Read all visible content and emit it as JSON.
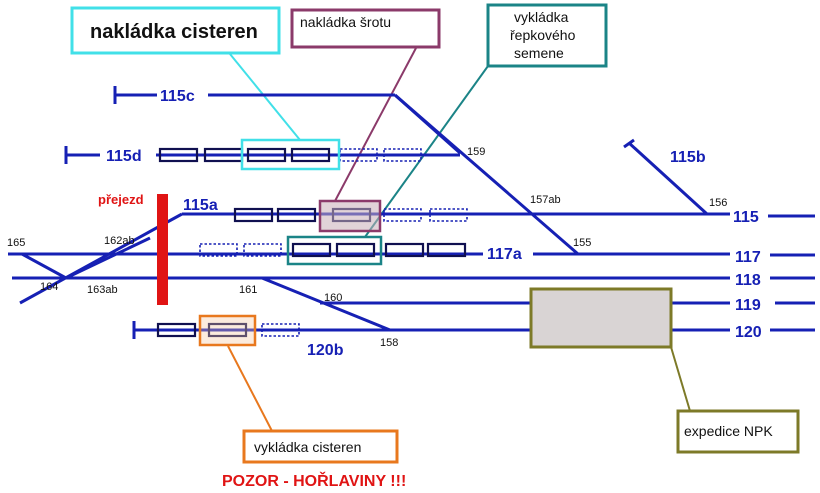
{
  "tracks": {
    "t115c": "115c",
    "t115d": "115d",
    "t115b": "115b",
    "t115a": "115a",
    "t115": "115",
    "t117a": "117a",
    "t117": "117",
    "t118": "118",
    "t119": "119",
    "t120": "120",
    "t120b": "120b"
  },
  "switches": {
    "s159": "159",
    "s157ab": "157ab",
    "s156": "156",
    "s155": "155",
    "s165": "165",
    "s162ab": "162ab",
    "s164": "164",
    "s163ab": "163ab",
    "s161": "161",
    "s160": "160",
    "s158": "158"
  },
  "labels": {
    "tank_loading": "nakládka cisteren",
    "scrap_loading": "nakládka šrotu",
    "rapeseed_line1": "vykládka",
    "rapeseed_line2": "řepkového",
    "rapeseed_line3": "semene",
    "crossing": "přejezd",
    "tank_unloading": "vykládka cisteren",
    "warning": "POZOR - HOŘLAVINY !!!",
    "npk_dispatch": "expedice NPK"
  },
  "colors": {
    "track": "#1620b4",
    "tank_loading_border": "#41e0e8",
    "scrap_loading_border": "#8b3a6a",
    "rapeseed_border": "#1b8487",
    "tank_unloading_border": "#e8781e",
    "npk_border": "#7d7a28",
    "npk_fill": "#d9d4d4",
    "crossing": "#e01414",
    "warning": "#e01414"
  }
}
